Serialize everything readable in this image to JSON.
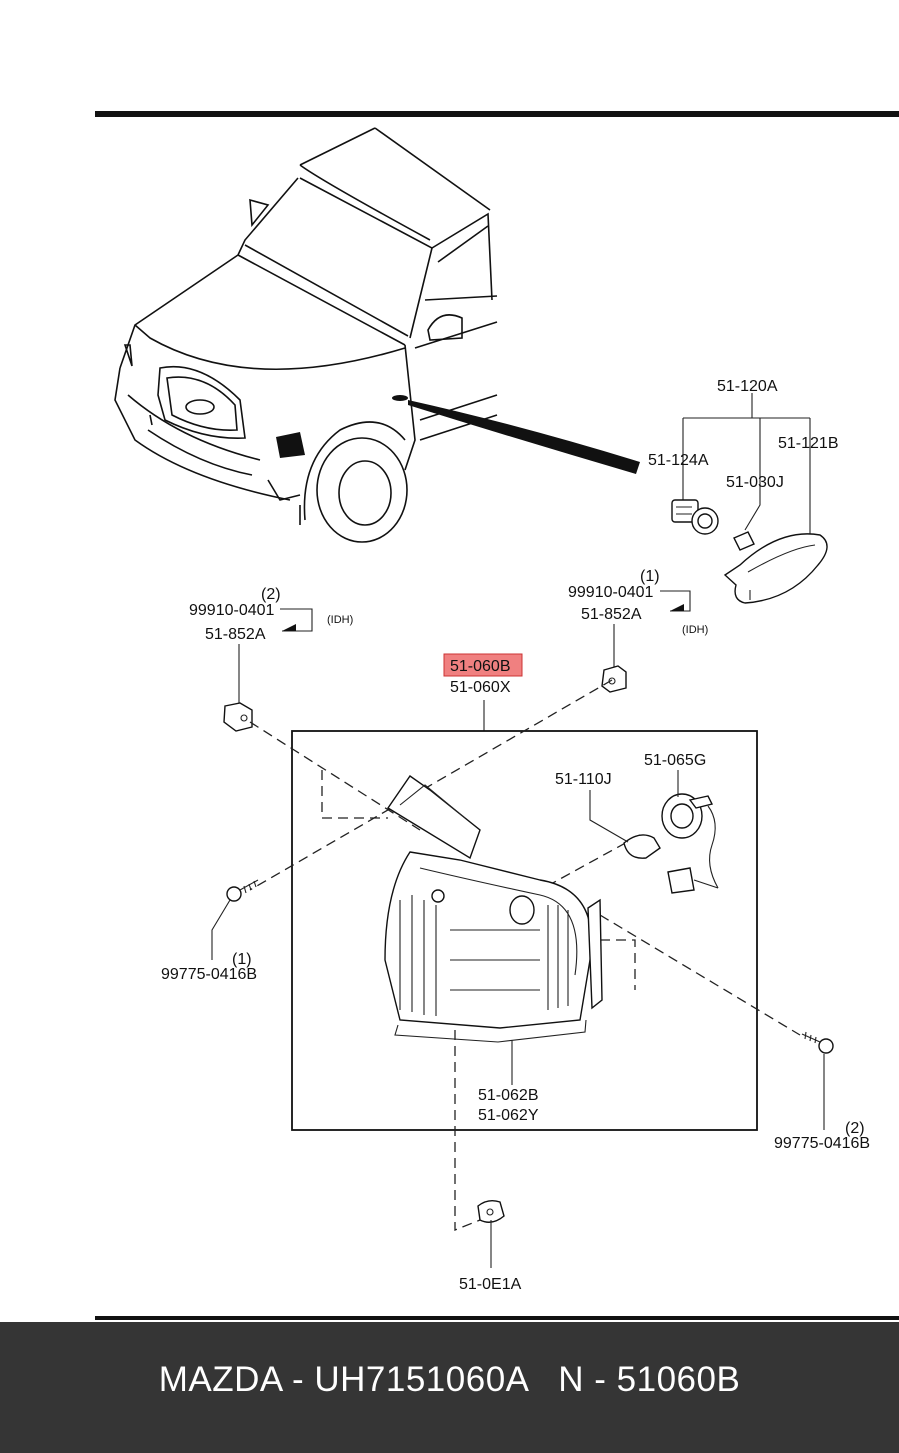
{
  "diagram": {
    "labels": {
      "l_120a": "51-120A",
      "l_121b": "51-121B",
      "l_124a": "51-124A",
      "l_030j": "51-030J",
      "l_q1_top": "(1)",
      "l_99910_r": "99910-0401",
      "l_852a_r": "51-852A",
      "l_idh_r": "(IDH)",
      "l_q2_top": "(2)",
      "l_99910_l": "99910-0401",
      "l_852a_l": "51-852A",
      "l_idh_l": "(IDH)",
      "l_060b": "51-060B",
      "l_060x": "51-060X",
      "l_065g": "51-065G",
      "l_110j": "51-110J",
      "l_q1_left": "(1)",
      "l_99775_l": "99775-0416B",
      "l_062b": "51-062B",
      "l_062y": "51-062Y",
      "l_q2_right": "(2)",
      "l_99775_r": "99775-0416B",
      "l_0e1a": "51-0E1A"
    },
    "highlight_color": "#f08080"
  },
  "footer": {
    "text": "MAZDA - UH7151060A   N - 51060B",
    "background": "#353535"
  }
}
